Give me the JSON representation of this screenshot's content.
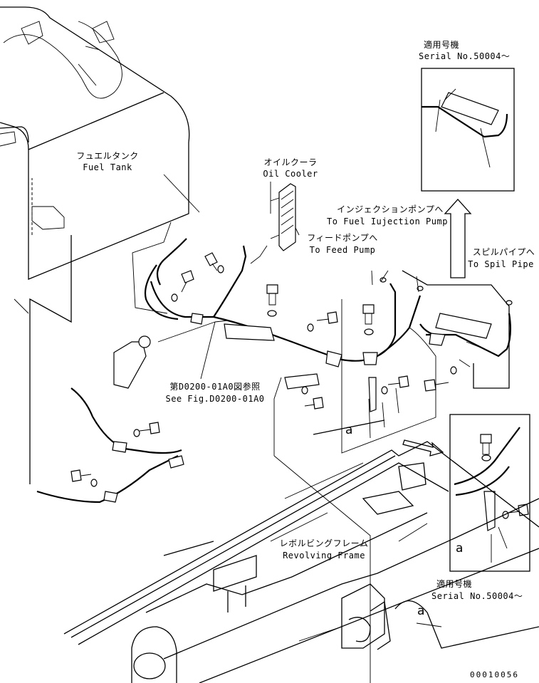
{
  "labels": {
    "fuel_tank_jp": "フュエルタンク",
    "fuel_tank_en": "Fuel Tank",
    "oil_cooler_jp": "オイルクーラ",
    "oil_cooler_en": "Oil Cooler",
    "injection_pump_jp": "インジェクションポンプへ",
    "injection_pump_en": "To Fuel Iujection Pump",
    "feed_pump_jp": "フィードポンプへ",
    "feed_pump_en": "To Feed Pump",
    "spill_pipe_jp": "スピルパイプへ",
    "spill_pipe_en": "To Spil Pipe",
    "see_fig_jp": "第D0200-01A0図参照",
    "see_fig_en": "See Fig.D0200-01A0",
    "revolving_frame_jp": "レボルビングフレーム",
    "revolving_frame_en": "Revolving Frame",
    "serial_top_jp": "適用号機",
    "serial_top_en": "Serial No.50004～",
    "serial_bottom_jp": "適用号機",
    "serial_bottom_en": "Serial No.50004～",
    "detail_marker_main": "a",
    "detail_marker_inset": "a",
    "detail_marker_frame": "a",
    "drawing_number": "00010056"
  }
}
